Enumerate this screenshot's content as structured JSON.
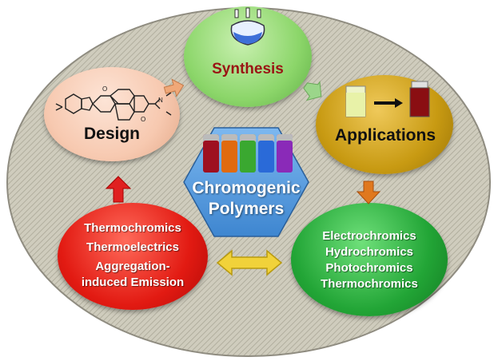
{
  "center": {
    "title_line1": "Chromogenic",
    "title_line2": "Polymers",
    "vial_colors": [
      "#9e1020",
      "#e06a10",
      "#3aa830",
      "#2a6ad8",
      "#8a2ab8"
    ]
  },
  "nodes": {
    "synthesis": {
      "label": "Synthesis",
      "color": "#8cd66a",
      "text_color": "#9a1414"
    },
    "applications": {
      "label": "Applications",
      "color": "#c89a12"
    },
    "design": {
      "label": "Design",
      "color": "#f7c9b0"
    },
    "left_list": {
      "color": "#e21a12",
      "items": [
        "Thermochromics",
        "Thermoelectrics",
        "Aggregation-",
        "induced Emission"
      ]
    },
    "right_list": {
      "color": "#22a536",
      "items": [
        "Electrochromics",
        "Hydrochromics",
        "Photochromics",
        "Thermochromics"
      ]
    }
  },
  "colors": {
    "background_oval": "#c9c6b8",
    "hexagon": "#4d9be0",
    "arrow_double": "#f1d23a",
    "arrow_red": "#e02020",
    "arrow_orange": "#e0781e",
    "arrow_green": "#9bd68a",
    "arrow_peach": "#f0a878"
  },
  "icons": [
    "flask-icon",
    "vial-yellow-icon",
    "vial-red-icon",
    "chemical-structure-icon"
  ]
}
